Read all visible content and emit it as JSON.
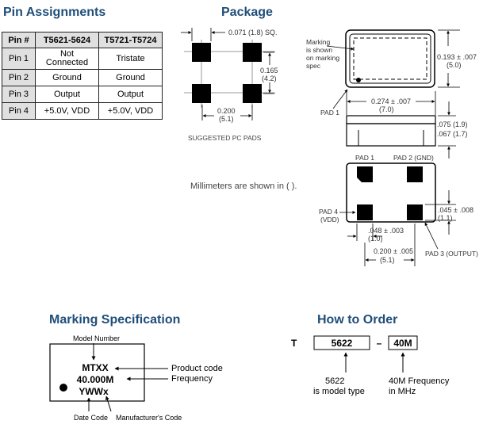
{
  "pin_assignments": {
    "title": "Pin Assignments",
    "headers": [
      "Pin #",
      "T5621-5624",
      "T5721-T5724"
    ],
    "rows": [
      {
        "pin": "Pin 1",
        "a": "Not Connected",
        "b": "Tristate"
      },
      {
        "pin": "Pin 2",
        "a": "Ground",
        "b": "Ground"
      },
      {
        "pin": "Pin 3",
        "a": "Output",
        "b": "Output"
      },
      {
        "pin": "Pin 4",
        "a": "+5.0V, VDD",
        "b": "+5.0V, VDD"
      }
    ]
  },
  "package": {
    "title": "Package",
    "pads": {
      "dim_sq": "0.071 (1.8) SQ.",
      "dim_h": "0.165",
      "dim_h_mm": "(4.2)",
      "dim_w": "0.200",
      "dim_w_mm": "(5.1)",
      "caption": "SUGGESTED PC PADS"
    },
    "note": "Millimeters are shown in ( ).",
    "marking_note": [
      "Marking",
      "is shown",
      "on marking",
      "spec"
    ],
    "top_h": "0.193 ± .007",
    "top_h_mm": "(5.0)",
    "pad1_label": "PAD 1",
    "body_w": "0.274 ± .007",
    "body_w_mm": "(7.0)",
    "side_h1": ".075 (1.9)",
    "side_h2": ".067 (1.7)",
    "bottom_pad1": "PAD 1",
    "bottom_pad2": "PAD 2 (GND)",
    "pad4_label": "PAD 4",
    "pad4_sub": "(VDD)",
    "pad_h": ".045 ± .008",
    "pad_h_mm": "(1.1)",
    "pad_w": ".048 ± .003",
    "pad_w_mm": "(1.0)",
    "pitch": "0.200 ± .005",
    "pitch_mm": "(5.1)",
    "pad3_label": "PAD 3 (OUTPUT)"
  },
  "marking_spec": {
    "title": "Marking Specification",
    "model_number_label": "Model Number",
    "line1": "MTXX",
    "line2": "40.000M",
    "line3": "YWWx",
    "product_code_label": "Product code",
    "frequency_label": "Frequency",
    "date_code_label": "Date Code",
    "manufacturer_code_label": "Manufacturer's Code"
  },
  "how_to_order": {
    "title": "How to Order",
    "prefix": "T",
    "model": "5622",
    "dash": "–",
    "freq": "40M",
    "model_note_1": "5622",
    "model_note_2": "is model type",
    "freq_note_1": "40M Frequency",
    "freq_note_2": "in MHz"
  }
}
